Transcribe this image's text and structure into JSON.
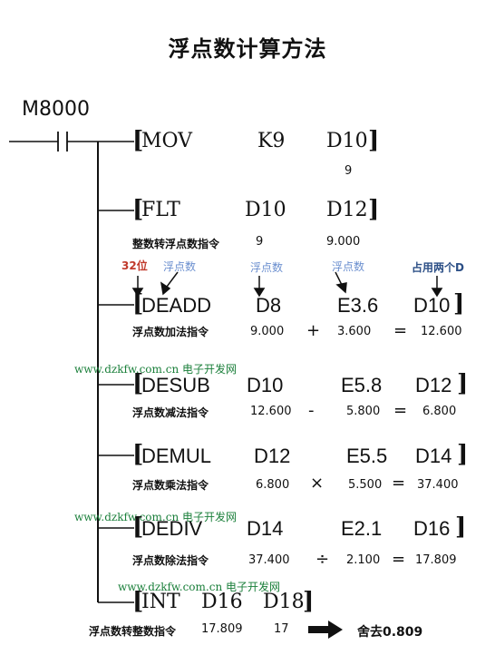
{
  "title": "浮点数计算方法",
  "contact": "M8000",
  "annotations": {
    "bits_32": "32位",
    "float_1": "浮点数",
    "float_2": "浮点数",
    "float_3": "浮点数",
    "occupies_two_d": "占用两个D"
  },
  "watermark": {
    "url": "www.dzkfw.com.cn",
    "site": "电子开发网"
  },
  "rows": [
    {
      "open": "[",
      "op": "MOV",
      "a": "K9",
      "b": "D10",
      "close": "]",
      "desc": "",
      "values": [
        "9"
      ]
    },
    {
      "open": "[",
      "op": "FLT",
      "a": "D10",
      "b": "D12",
      "close": "]",
      "desc": "整数转浮点数指令",
      "values": [
        "9",
        "9.000"
      ]
    },
    {
      "open": "[",
      "op": "DEADD",
      "a": "D8",
      "b": "E3.6",
      "c": "D10",
      "close": "]",
      "desc": "浮点数加法指令",
      "values": [
        "9.000",
        "+",
        "3.600",
        "=",
        "12.600"
      ]
    },
    {
      "open": "[",
      "op": "DESUB",
      "a": "D10",
      "b": "E5.8",
      "c": "D12",
      "close": "]",
      "desc": "浮点数减法指令",
      "values": [
        "12.600",
        "-",
        "5.800",
        "=",
        "6.800"
      ]
    },
    {
      "open": "[",
      "op": "DEMUL",
      "a": "D12",
      "b": "E5.5",
      "c": "D14",
      "close": "]",
      "desc": "浮点数乘法指令",
      "values": [
        "6.800",
        "×",
        "5.500",
        "=",
        "37.400"
      ]
    },
    {
      "open": "[",
      "op": "DEDIV",
      "a": "D14",
      "b": "E2.1",
      "c": "D16",
      "close": "]",
      "desc": "浮点数除法指令",
      "values": [
        "37.400",
        "÷",
        "2.100",
        "=",
        "17.809"
      ]
    },
    {
      "open": "[",
      "op": "INT",
      "a": "D16",
      "b": "D18",
      "close": "]",
      "desc": "浮点数转整数指令",
      "values": [
        "17.809",
        "17"
      ],
      "result": "舍去0.809"
    }
  ]
}
